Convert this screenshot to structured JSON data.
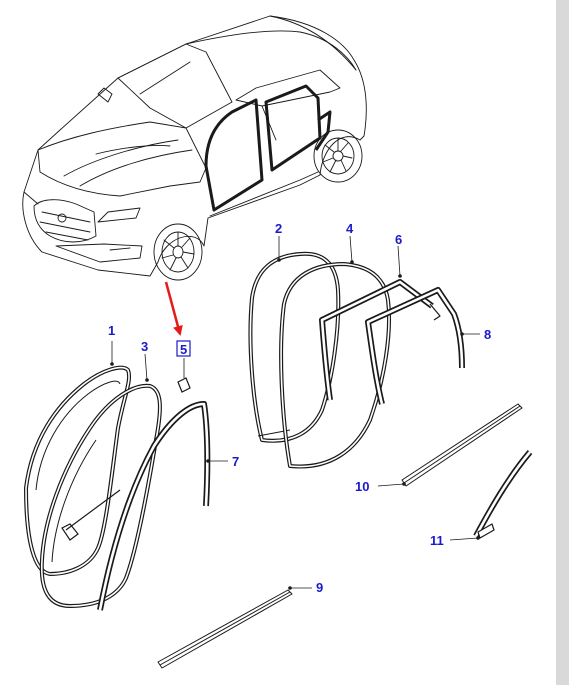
{
  "colors": {
    "callout": "#1a1acc",
    "arrow": "#e31b1b",
    "line": "#1a1a1a",
    "background": "#ffffff",
    "scrollbar": "#d9d9d9"
  },
  "callouts": {
    "c1": "1",
    "c2": "2",
    "c3": "3",
    "c4": "4",
    "c5": "5",
    "c6": "6",
    "c7": "7",
    "c8": "8",
    "c9": "9",
    "c10": "10",
    "c11": "11"
  },
  "selected_callout": "5"
}
